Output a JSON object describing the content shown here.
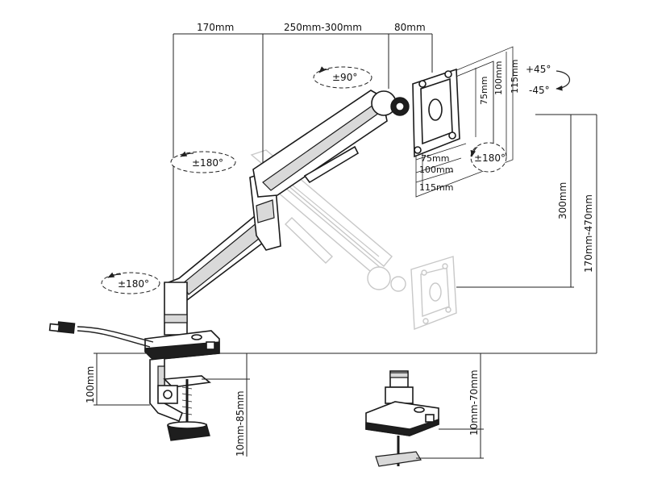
{
  "dimensions": {
    "top_segment_1": "170mm",
    "top_segment_2": "250mm-300mm",
    "top_segment_3": "80mm",
    "vesa_75_vertical": "75mm",
    "vesa_100_vertical": "100mm",
    "plate_115_vertical": "115mm",
    "vesa_75_horizontal": "75mm",
    "vesa_100_horizontal": "100mm",
    "plate_115_horizontal": "115mm",
    "height_adjust": "300mm",
    "total_height": "170mm-470mm",
    "clamp_height": "100mm",
    "clamp_range": "10mm-85mm",
    "grommet_range": "10mm-70mm"
  },
  "rotations": {
    "swivel_head": "±90°",
    "arm_joint": "±180°",
    "base_joint": "±180°",
    "rotate_screen": "±180°",
    "tilt_up": "+45°",
    "tilt_down": "-45°"
  }
}
